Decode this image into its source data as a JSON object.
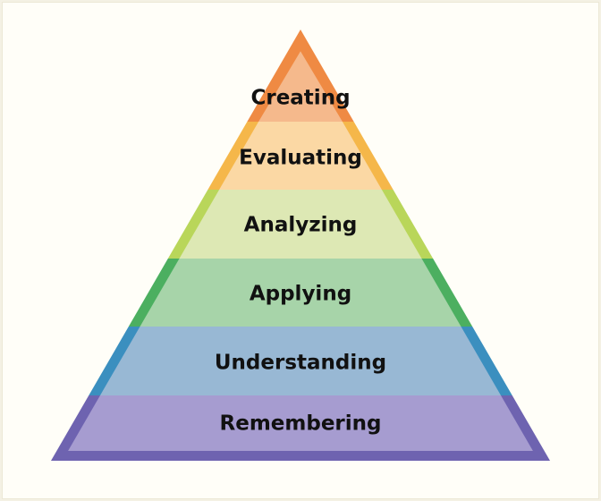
{
  "pyramid": {
    "levels": [
      {
        "label": "Creating",
        "edge_color": "#ef8a43",
        "fill_color": "#f5b98c"
      },
      {
        "label": "Evaluating",
        "edge_color": "#f5b74a",
        "fill_color": "#fbd8a4"
      },
      {
        "label": "Analyzing",
        "edge_color": "#b9d65a",
        "fill_color": "#dde8b4"
      },
      {
        "label": "Applying",
        "edge_color": "#4caf60",
        "fill_color": "#a7d4a9"
      },
      {
        "label": "Understanding",
        "edge_color": "#3b8fbf",
        "fill_color": "#98b8d4"
      },
      {
        "label": "Remembering",
        "edge_color": "#6e63b0",
        "fill_color": "#a69cd0"
      }
    ]
  }
}
